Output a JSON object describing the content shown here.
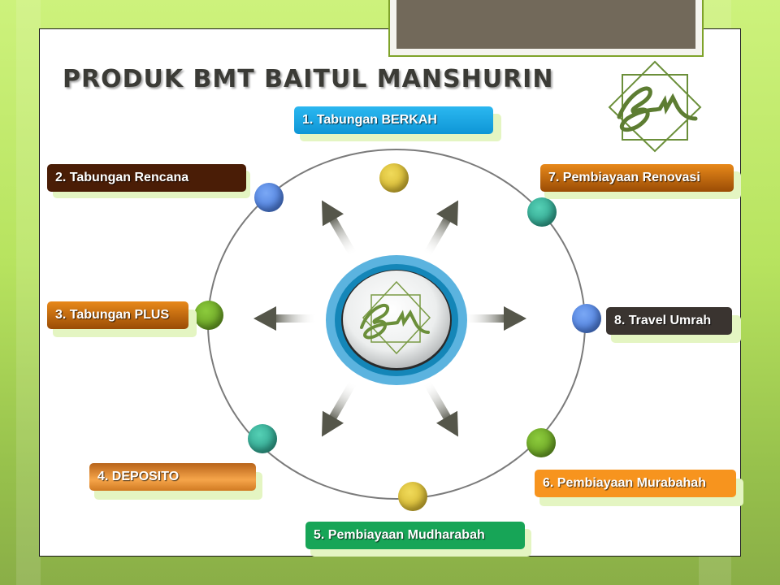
{
  "slide": {
    "title": "PRODUK BMT BAITUL MANSHURIN",
    "logo_text": "Bm"
  },
  "hub": {
    "logo_text": "Bm",
    "label": "BMT logo"
  },
  "products": [
    {
      "id": 1,
      "label": "1. Tabungan BERKAH",
      "color": "#1aa7e6",
      "node_color": "#d4b62a"
    },
    {
      "id": 2,
      "label": "2. Tabungan Rencana",
      "color": "#4a1d06",
      "node_color": "#4a7fe0"
    },
    {
      "id": 3,
      "label": "3. Tabungan PLUS",
      "color": "#c46a0a",
      "node_color": "#6da622"
    },
    {
      "id": 4,
      "label": "4. DEPOSITO",
      "color": "#e08a2c",
      "node_color": "#2aa995"
    },
    {
      "id": 5,
      "label": "5. Pembiayaan Mudharabah",
      "color": "#17a557",
      "node_color": "#d4b62a"
    },
    {
      "id": 6,
      "label": "6. Pembiayaan Murabahah",
      "color": "#f7941e",
      "node_color": "#6da622"
    },
    {
      "id": 7,
      "label": "7. Pembiayaan Renovasi",
      "color": "#c2650a",
      "node_color": "#2aa995"
    },
    {
      "id": 8,
      "label": "8. Travel Umrah",
      "color": "#3a3430",
      "node_color": "#4a7fe0"
    }
  ],
  "colors": {
    "background": "#b7e35f",
    "frame_border": "#7fa32a",
    "frame_fill": "#72695a",
    "hub_ring": "#1f8fc4",
    "arrow": "#55564a",
    "logo_green": "#6b8f3a"
  }
}
